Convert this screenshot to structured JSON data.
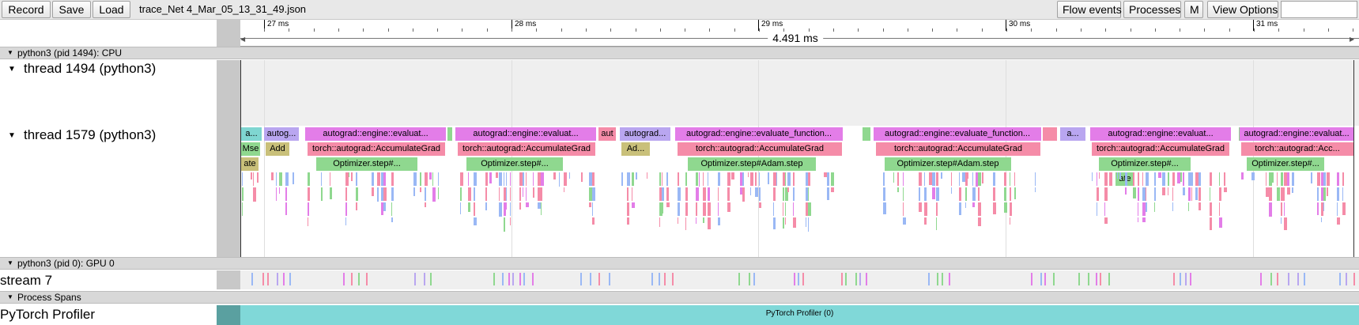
{
  "toolbar": {
    "record": "Record",
    "save": "Save",
    "load": "Load",
    "title": "trace_Net 4_Mar_05_13_31_49.json",
    "flow_events": "Flow events",
    "processes": "Processes",
    "m": "M",
    "view_options": "View Options",
    "search_value": ""
  },
  "ruler": {
    "ticks": [
      "27 ms",
      "28 ms",
      "29 ms",
      "30 ms",
      "31 ms"
    ],
    "span": "4.491 ms"
  },
  "processes": {
    "cpu": {
      "header": "python3 (pid 1494): CPU",
      "threads": [
        "thread 1494 (python3)",
        "thread 1579 (python3)"
      ]
    },
    "gpu": {
      "header": "python3 (pid 0): GPU 0",
      "stream": "stream 7"
    },
    "spans": {
      "header": "Process Spans",
      "label": "PyTorch Profiler",
      "bar_label": "PyTorch Profiler (0)"
    }
  },
  "slices": {
    "row1": [
      "a...",
      "autog...",
      "autograd::engine::evaluat...",
      "autograd::engine::evaluat...",
      "aut",
      "autograd...",
      "autograd::engine::evaluate_function...",
      "autograd::engine::evaluate_function...",
      "a...",
      "autograd::engine::evaluat...",
      "autograd::engine::evaluat..."
    ],
    "row2": [
      "Mse",
      "Add",
      "torch::autograd::AccumulateGrad",
      "torch::autograd::AccumulateGrad",
      "Ad...",
      "torch::autograd::AccumulateGrad",
      "torch::autograd::AccumulateGrad",
      "torch::autograd::AccumulateGrad",
      "torch::autograd::Acc..."
    ],
    "row3": [
      "ate",
      "Optimizer.step#...",
      "Optimizer.step#...",
      "Optimizer.step#Adam.step",
      "Optimizer.step#Adam.step",
      "Optimizer.step#...",
      "Optimizer.step#..."
    ],
    "row4": [
      "ate"
    ]
  },
  "colors": {
    "evaluate": "#e37de8",
    "accumulate": "#f58ca8",
    "optimizer": "#8fd88f",
    "teal": "#7fd6d1",
    "lavender": "#b9a6f0",
    "olive": "#c9c07a",
    "blue": "#9ab8f5",
    "spans_bar": "#80d8d8"
  }
}
